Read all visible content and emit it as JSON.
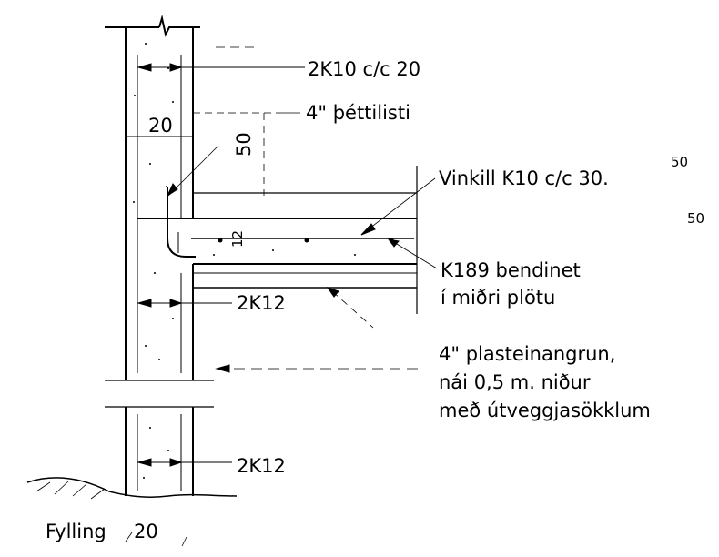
{
  "labels": {
    "rebar_top": "2K10 c/c 20",
    "sealing_strip": "4\"  þéttilisti",
    "wall_dim_20": "20",
    "dim_50_vertical": "50",
    "angle_rebar": "Vinkill K10 c/c 30.",
    "dim_50_right_a": "50",
    "dim_50_right_b": "50",
    "slab_thickness": "12",
    "mesh_line1": "K189 bendinet",
    "mesh_line2": "í miðri plötu",
    "rebar_mid": "2K12",
    "insulation_line1": "4\"  plasteinangrun,",
    "insulation_line2": "nái 0,5 m. niður",
    "insulation_line3": "með útveggjasökklum",
    "rebar_bottom": "2K12",
    "fill": "Fylling",
    "bottom_dim_20": "20"
  }
}
